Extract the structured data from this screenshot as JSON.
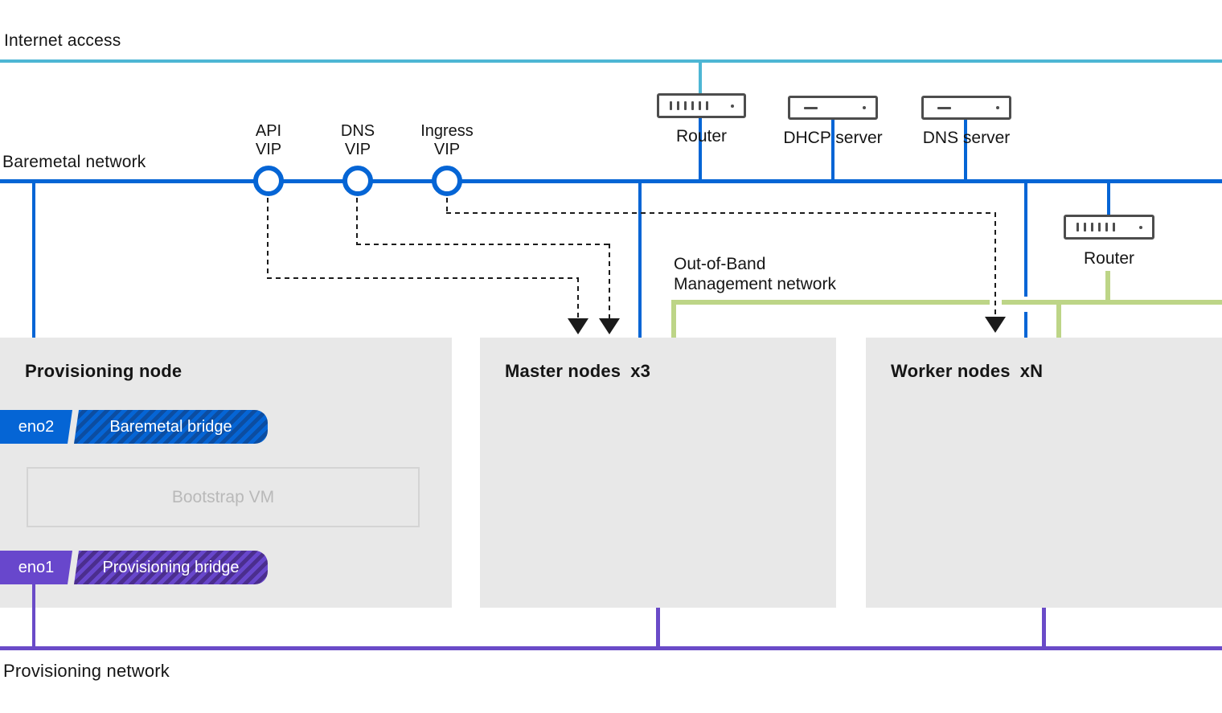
{
  "colors": {
    "blue": "#0565d5",
    "cyan": "#4db6d4",
    "green": "#bdd587",
    "purpleline": "#6a4bc8",
    "bluechip": "#0565d5",
    "bluehatch": "#0c4da1",
    "purplechip": "#6847cc",
    "purplehatch": "#4b2e8e",
    "boxgray": "#e8e8e8",
    "vmborder": "#d4d4d4",
    "vmtext": "#b9b9b9",
    "icongray": "#4d4d4d",
    "text": "#151515",
    "dash": "#1b1b1b"
  },
  "networks": {
    "internet": {
      "label": "Internet access"
    },
    "baremetal": {
      "label": "Baremetal network"
    },
    "oob": {
      "label_line1": "Out-of-Band",
      "label_line2": "Management network"
    },
    "provisioning": {
      "label": "Provisioning network"
    }
  },
  "vips": [
    {
      "line1": "API",
      "line2": "VIP"
    },
    {
      "line1": "DNS",
      "line2": "VIP"
    },
    {
      "line1": "Ingress",
      "line2": "VIP"
    }
  ],
  "devices": {
    "router_top": {
      "label": "Router"
    },
    "dhcp_server": {
      "label": "DHCP server"
    },
    "dns_server": {
      "label": "DNS server"
    },
    "router_right": {
      "label": "Router"
    }
  },
  "nodes": {
    "provisioning": {
      "title": "Provisioning node",
      "interfaces": [
        {
          "port": "eno2",
          "bridge": "Baremetal bridge"
        },
        {
          "port": "eno1",
          "bridge": "Provisioning bridge"
        }
      ],
      "vm": {
        "label": "Bootstrap VM"
      }
    },
    "master": {
      "title": "Master nodes",
      "count": "x3"
    },
    "worker": {
      "title": "Worker nodes",
      "count": "xN"
    }
  }
}
